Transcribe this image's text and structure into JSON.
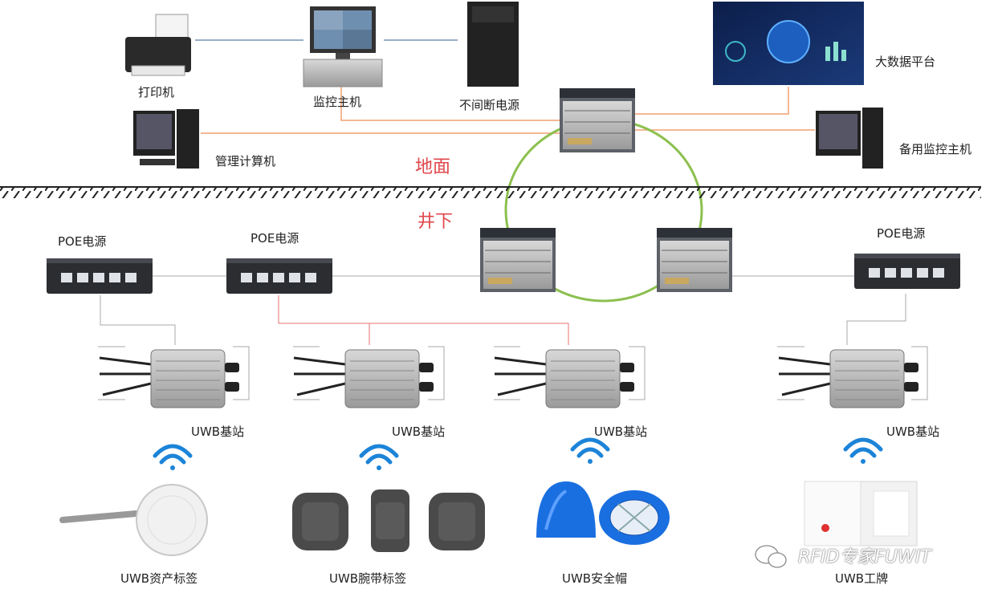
{
  "ground": {
    "zone_label": "地面",
    "devices": {
      "printer": "打印机",
      "monitor_host": "监控主机",
      "ups": "不间断电源",
      "bigdata": "大数据平台",
      "management_pc": "管理计算机",
      "backup_host": "备用监控主机"
    }
  },
  "underground": {
    "zone_label": "井下",
    "poe": [
      "POE电源",
      "POE电源",
      "POE电源"
    ],
    "base_station": "UWB基站",
    "tags": [
      "UWB资产标签",
      "UWB腕带标签",
      "UWB安全帽",
      "UWB工牌"
    ]
  },
  "watermark": "RFID专家FUWIT",
  "colors": {
    "ring": "#8cc04f",
    "orange_line": "#f0a070",
    "red_line": "#e87070",
    "zone_text": "#e0474c",
    "wifi": "#1c84d8",
    "helmet": "#1a6fe0"
  },
  "icons": {
    "wifi": "wifi-signal-icon",
    "wechat": "wechat-logo-icon"
  }
}
